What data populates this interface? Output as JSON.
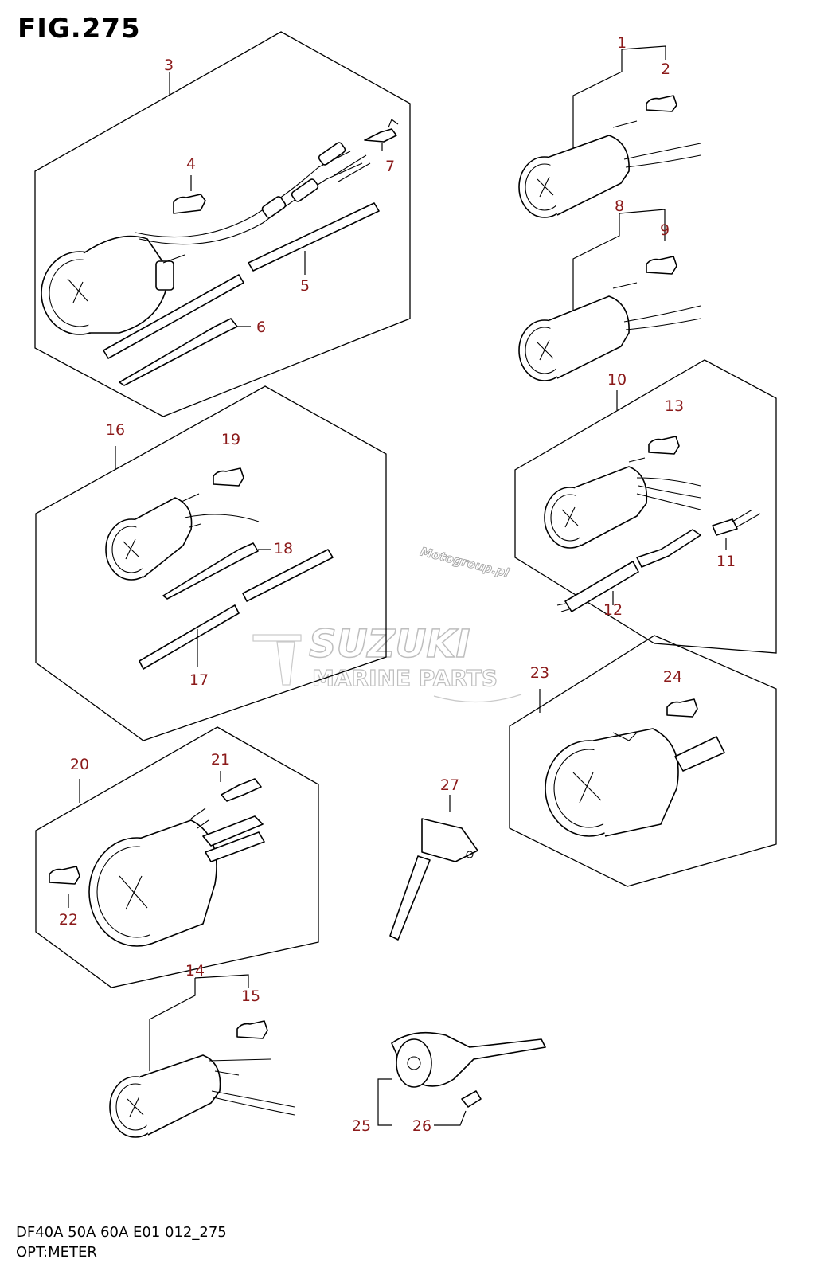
{
  "figure": {
    "title": "FIG.275",
    "model_line": "DF40A 50A 60A E01 012_275",
    "section": "OPT:METER"
  },
  "callouts": [
    "1",
    "2",
    "3",
    "4",
    "5",
    "6",
    "7",
    "8",
    "9",
    "10",
    "11",
    "12",
    "13",
    "14",
    "15",
    "16",
    "17",
    "18",
    "19",
    "20",
    "21",
    "22",
    "23",
    "24",
    "25",
    "26",
    "27"
  ],
  "watermark": {
    "site": "Motogroup.pl",
    "brand": "SUZUKI",
    "subtitle": "MARINE PARTS"
  }
}
